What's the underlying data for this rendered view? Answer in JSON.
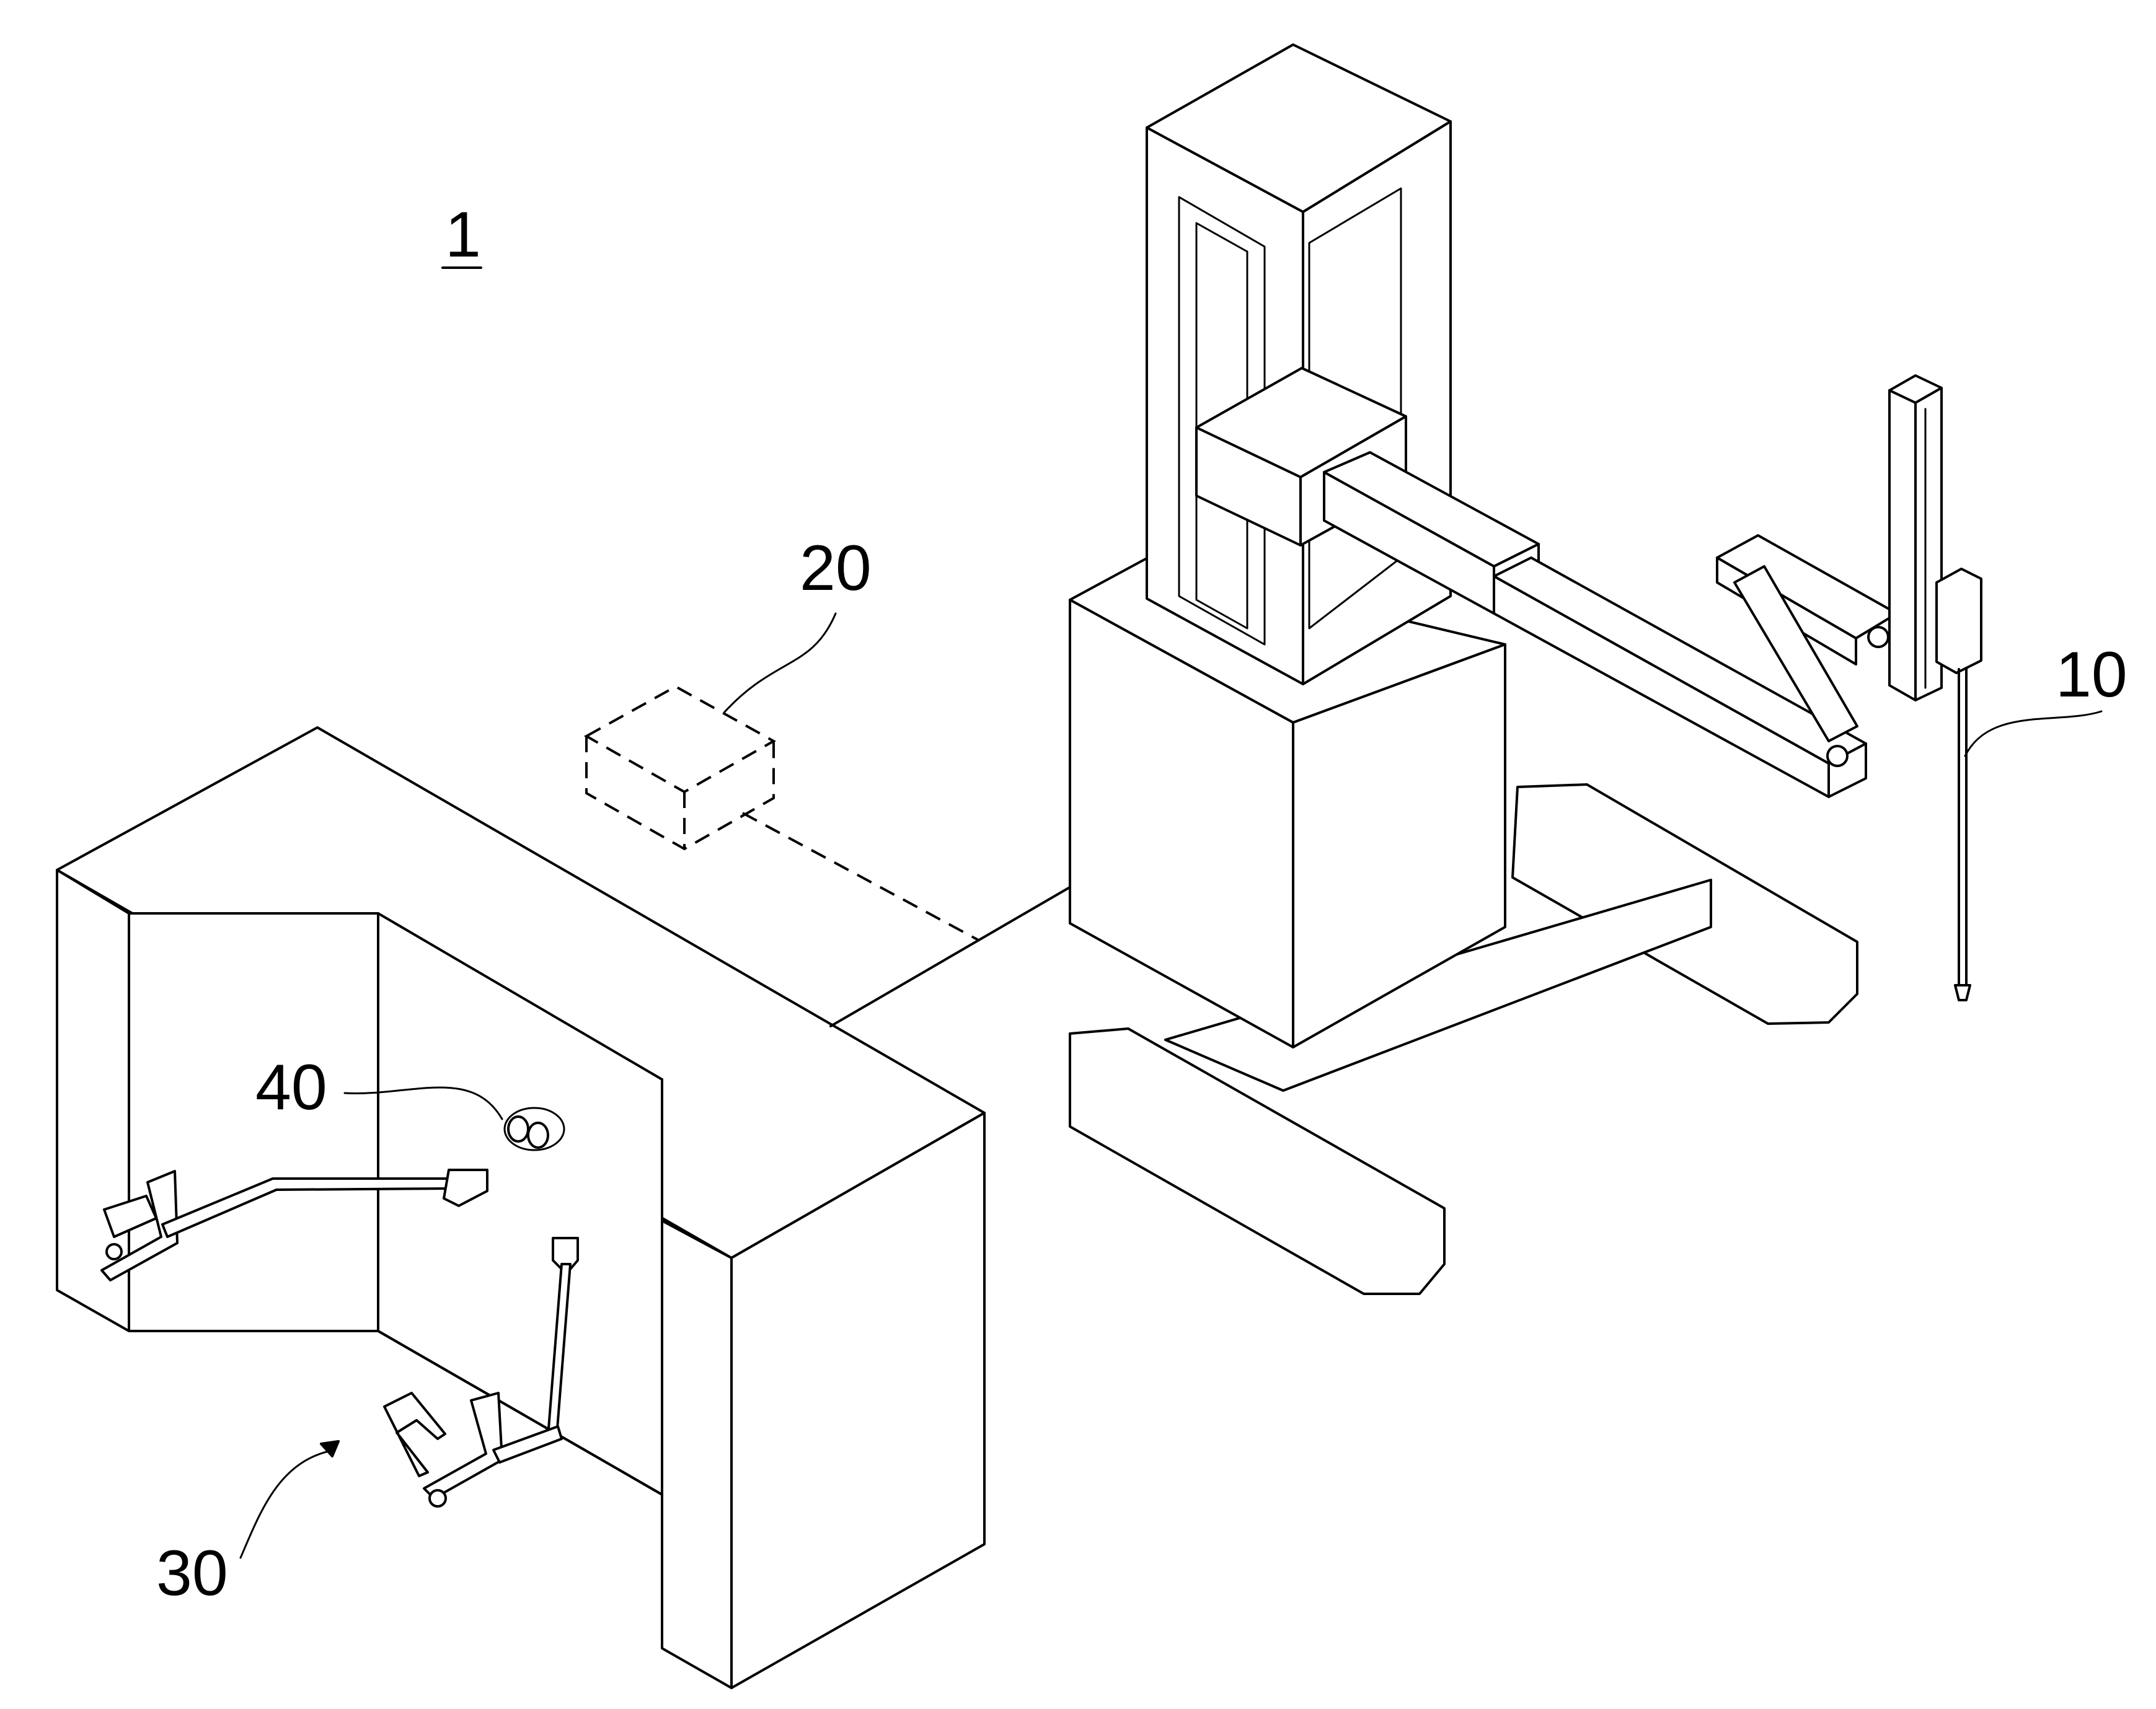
{
  "figure": {
    "labels": {
      "system": "1",
      "robot": "10",
      "controller": "20",
      "headrest": "30",
      "camera": "40"
    }
  }
}
